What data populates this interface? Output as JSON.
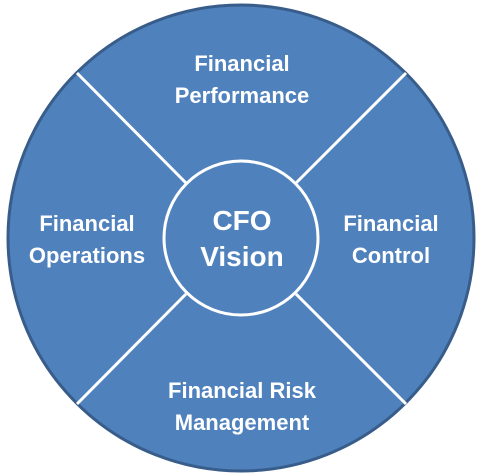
{
  "diagram": {
    "colors": {
      "fill": "#4F81BD",
      "stroke": "#385D8A",
      "divider": "#FFFFFF",
      "text": "#FFFFFF"
    },
    "center": {
      "line1": "CFO",
      "line2": "Vision"
    },
    "segments": {
      "top": {
        "line1": "Financial",
        "line2": "Performance"
      },
      "left": {
        "line1": "Financial",
        "line2": "Operations"
      },
      "right": {
        "line1": "Financial",
        "line2": "Control"
      },
      "bottom": {
        "line1": "Financial Risk",
        "line2": "Management"
      }
    }
  }
}
